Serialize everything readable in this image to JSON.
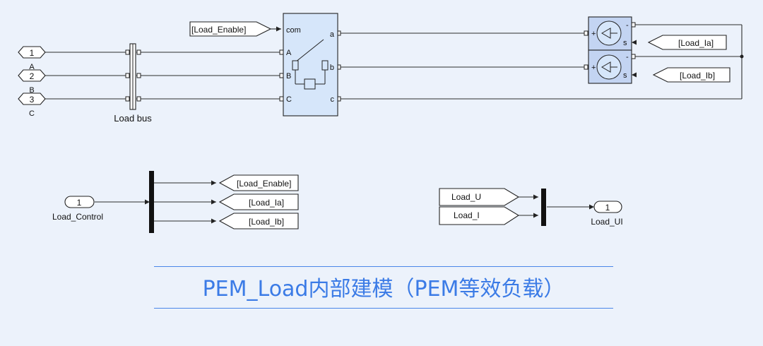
{
  "inports": {
    "A": {
      "num": "1",
      "label": "A"
    },
    "B": {
      "num": "2",
      "label": "B"
    },
    "C": {
      "num": "3",
      "label": "C"
    }
  },
  "load_bus_label": "Load bus",
  "goto_top": {
    "enable": "[Load_Enable]",
    "ia": "[Load_Ia]",
    "ib": "[Load_Ib]"
  },
  "breaker": {
    "com": "com",
    "inA": "A",
    "inB": "B",
    "inC": "C",
    "outA": "a",
    "outB": "b",
    "outC": "c"
  },
  "sources": {
    "minus": "-",
    "plus": "+",
    "s": "s"
  },
  "control": {
    "num": "1",
    "label": "Load_Control"
  },
  "goto_bottom": {
    "enable": "[Load_Enable]",
    "ia": "[Load_Ia]",
    "ib": "[Load_Ib]"
  },
  "from_tags": {
    "u": "Load_U",
    "i": "Load_I"
  },
  "outport": {
    "num": "1",
    "label": "Load_UI"
  },
  "caption": "PEM_Load内部建模（PEM等效负载）",
  "colors": {
    "line": "#2d2d2d",
    "block_fill": "#d6e6fa",
    "source_fill": "#c3d4f2",
    "caption": "#3b7be6",
    "background": "#ecf2fb"
  }
}
